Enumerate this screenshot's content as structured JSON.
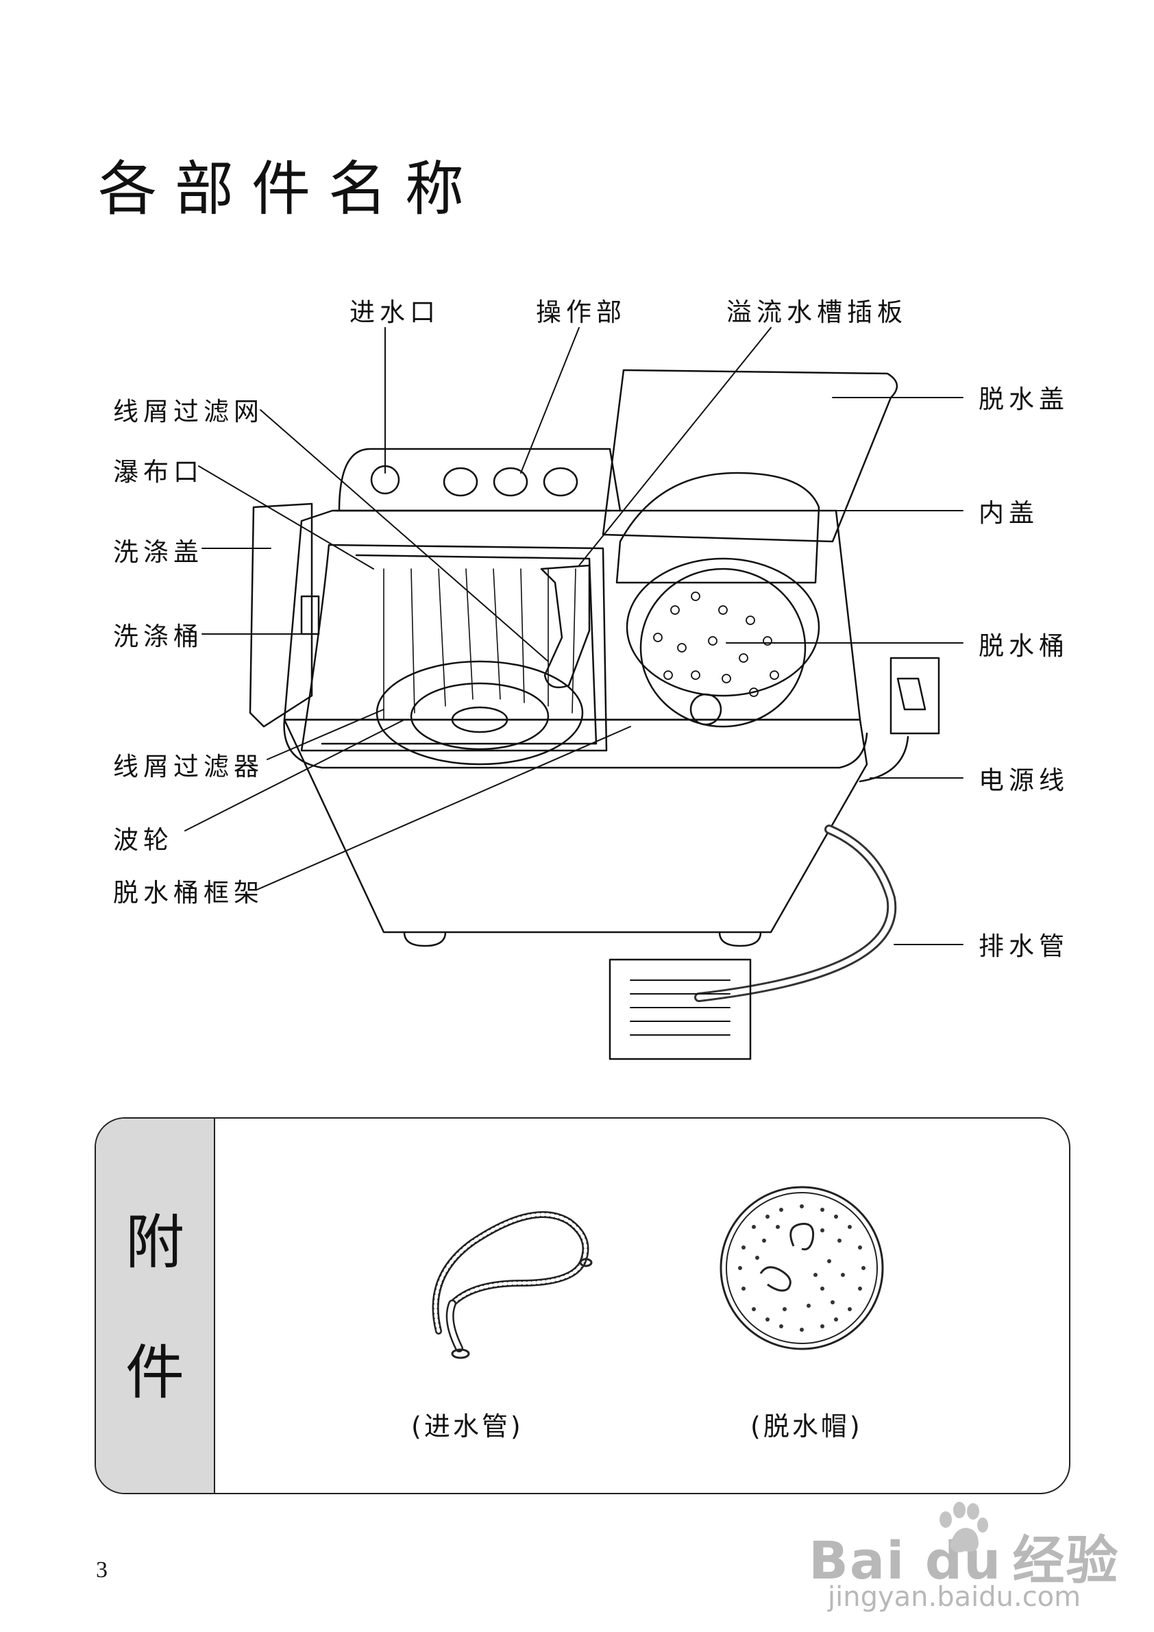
{
  "title": "各部件名称",
  "labels": {
    "inlet": "进水口",
    "control": "操作部",
    "overflow_plate": "溢流水槽插板",
    "lint_net": "线屑过滤网",
    "waterfall": "瀑布口",
    "wash_lid": "洗涤盖",
    "wash_tub": "洗涤桶",
    "lint_filter": "线屑过滤器",
    "pulsator": "波轮",
    "spin_frame": "脱水桶框架",
    "spin_lid": "脱水盖",
    "inner_lid": "内盖",
    "spin_tub": "脱水桶",
    "power_cord": "电源线",
    "drain_hose": "排水管"
  },
  "accessories": {
    "heading_1": "附",
    "heading_2": "件",
    "inlet_hose": "(进水管)",
    "spin_cap": "(脱水帽)"
  },
  "page_number": "3",
  "watermark": {
    "brand": "Bai du",
    "brand_cn": "经验",
    "site": "jingyan.baidu.com"
  }
}
